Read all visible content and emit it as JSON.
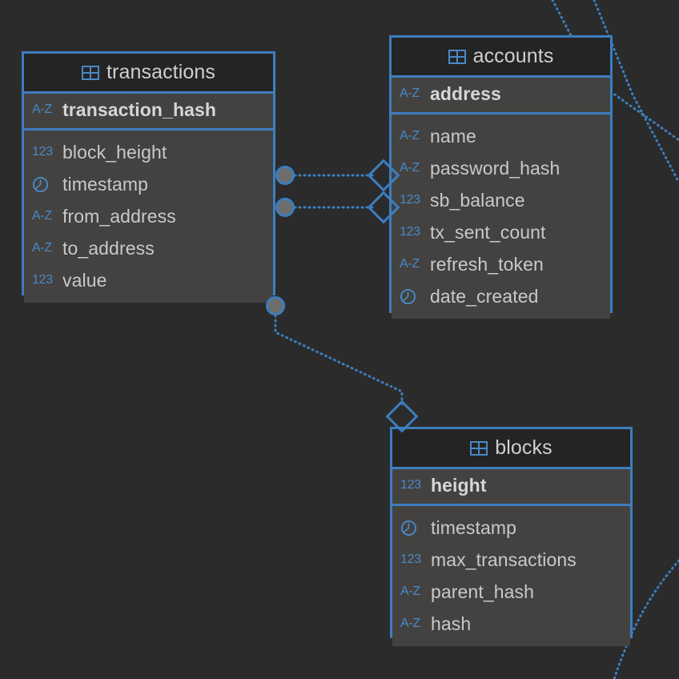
{
  "diagram": {
    "kind": "er-diagram",
    "canvas_background": "#2b2b2b",
    "accent_color": "#3c7ebf",
    "icon_color": "#4a88c7",
    "text_color": "#c9c9c9",
    "header_background": "#242424",
    "row_background": "#434240"
  },
  "tables": [
    {
      "name": "transactions",
      "icon": "table-grid-icon",
      "primary_key": {
        "name": "transaction_hash",
        "type_icon": "A-Z",
        "type_icon_name": "text-type-icon"
      },
      "columns": [
        {
          "name": "block_height",
          "type_icon": "123",
          "type_icon_name": "number-type-icon"
        },
        {
          "name": "timestamp",
          "type_icon": "clock",
          "type_icon_name": "clock-type-icon"
        },
        {
          "name": "from_address",
          "type_icon": "A-Z",
          "type_icon_name": "text-type-icon"
        },
        {
          "name": "to_address",
          "type_icon": "A-Z",
          "type_icon_name": "text-type-icon"
        },
        {
          "name": "value",
          "type_icon": "123",
          "type_icon_name": "number-type-icon"
        }
      ]
    },
    {
      "name": "accounts",
      "icon": "table-grid-icon",
      "primary_key": {
        "name": "address",
        "type_icon": "A-Z",
        "type_icon_name": "text-type-icon"
      },
      "columns": [
        {
          "name": "name",
          "type_icon": "A-Z",
          "type_icon_name": "text-type-icon"
        },
        {
          "name": "password_hash",
          "type_icon": "A-Z",
          "type_icon_name": "text-type-icon"
        },
        {
          "name": "sb_balance",
          "type_icon": "123",
          "type_icon_name": "number-type-icon"
        },
        {
          "name": "tx_sent_count",
          "type_icon": "123",
          "type_icon_name": "number-type-icon"
        },
        {
          "name": "refresh_token",
          "type_icon": "A-Z",
          "type_icon_name": "text-type-icon"
        },
        {
          "name": "date_created",
          "type_icon": "clock",
          "type_icon_name": "clock-type-icon"
        }
      ]
    },
    {
      "name": "blocks",
      "icon": "table-grid-icon",
      "primary_key": {
        "name": "height",
        "type_icon": "123",
        "type_icon_name": "number-type-icon"
      },
      "columns": [
        {
          "name": "timestamp",
          "type_icon": "clock",
          "type_icon_name": "clock-type-icon"
        },
        {
          "name": "max_transactions",
          "type_icon": "123",
          "type_icon_name": "number-type-icon"
        },
        {
          "name": "parent_hash",
          "type_icon": "A-Z",
          "type_icon_name": "text-type-icon"
        },
        {
          "name": "hash",
          "type_icon": "A-Z",
          "type_icon_name": "text-type-icon"
        }
      ]
    }
  ],
  "relationships": [
    {
      "from_table": "transactions",
      "from_column": "from_address",
      "to_table": "accounts",
      "to_column": "address",
      "from_marker": "filled-circle",
      "to_marker": "open-diamond",
      "line_style": "dotted"
    },
    {
      "from_table": "transactions",
      "from_column": "to_address",
      "to_table": "accounts",
      "to_column": "address",
      "from_marker": "filled-circle",
      "to_marker": "open-diamond",
      "line_style": "dotted"
    },
    {
      "from_table": "transactions",
      "from_column": "block_height",
      "to_table": "blocks",
      "to_column": "height",
      "from_marker": "filled-circle",
      "to_marker": "open-diamond",
      "line_style": "dotted"
    }
  ],
  "offscreen_edges": [
    {
      "id": "edge-top-right-a",
      "line_style": "dotted",
      "direction": "top-right"
    },
    {
      "id": "edge-top-right-b",
      "line_style": "dotted",
      "direction": "top-right"
    },
    {
      "id": "edge-bottom-right",
      "line_style": "dotted",
      "direction": "bottom-right"
    }
  ]
}
